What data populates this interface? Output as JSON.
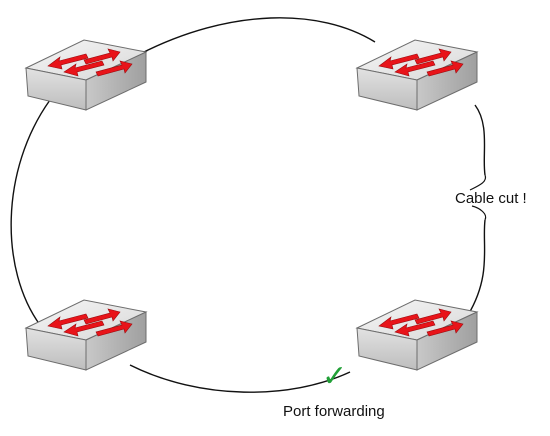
{
  "annotations": {
    "cable_cut": "Cable cut !",
    "port_forwarding": "Port forwarding"
  },
  "icons": {
    "switch": "network-switch-icon",
    "check": "checkmark-icon"
  },
  "colors": {
    "arrow": "#e8141a",
    "check": "#21a037",
    "cable": "#111111",
    "switch_top": "#e9e9e9",
    "switch_side": "#c9c9c9"
  },
  "switches": [
    {
      "id": "top-left"
    },
    {
      "id": "top-right"
    },
    {
      "id": "bottom-left"
    },
    {
      "id": "bottom-right"
    }
  ]
}
